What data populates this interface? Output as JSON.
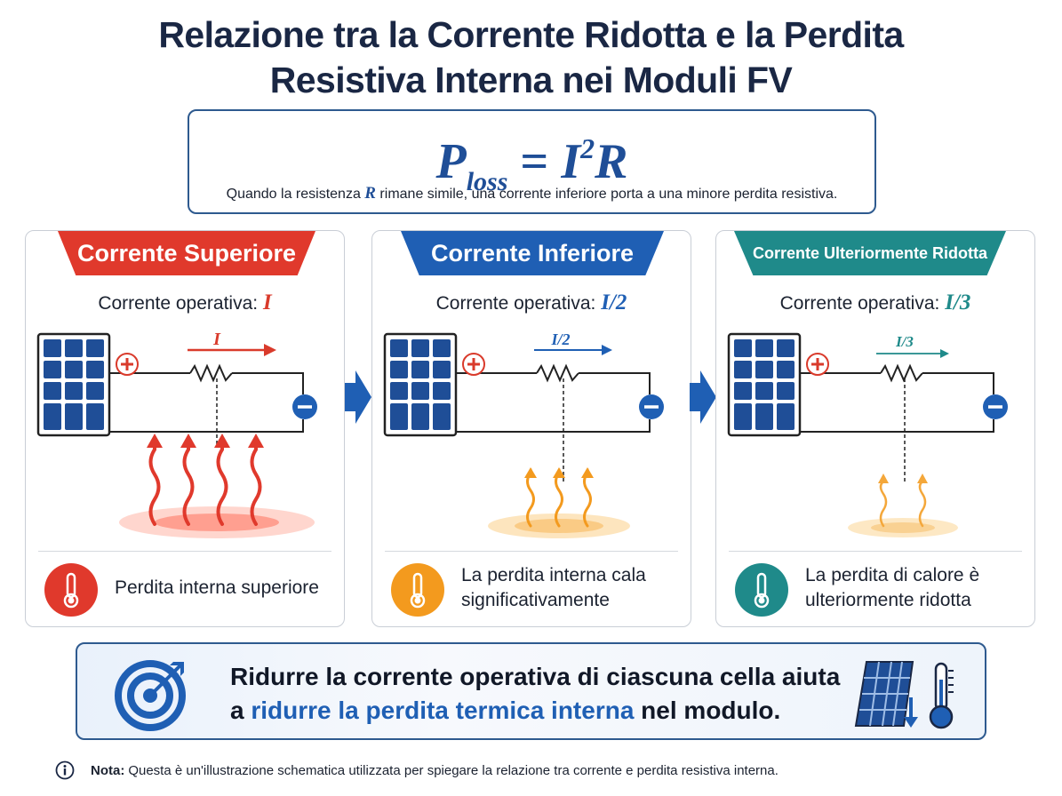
{
  "title_line1": "Relazione tra la Corrente Ridotta e la Perdita",
  "title_line2": "Resistiva Interna nei Moduli FV",
  "formula": {
    "p": "P",
    "sub": "loss",
    "eq": "=",
    "i": "I",
    "sup": "2",
    "r": "R",
    "desc_before": "Quando la resistenza ",
    "desc_symbol": "R",
    "desc_after": " rimane simile, una corrente inferiore porta a una minore perdita resistiva."
  },
  "panels": [
    {
      "tab": "Corrente Superiore",
      "current_label": "Corrente operativa: ",
      "current_value": "I",
      "arrow_label": "I",
      "footer": "Perdita interna superiore",
      "color": "#d93a2b"
    },
    {
      "tab": "Corrente Inferiore",
      "current_label": "Corrente operativa: ",
      "current_value": "I/2",
      "arrow_label": "I/2",
      "footer": "La perdita interna cala significativamente",
      "color": "#1f5fb4"
    },
    {
      "tab": "Corrente Ulteriormente Ridotta",
      "current_label": "Corrente operativa: ",
      "current_value": "I/3",
      "arrow_label": "I/3",
      "footer": "La perdita di calore è ulteriormente ridotta",
      "color": "#1f8a8a"
    }
  ],
  "bottom": {
    "line1": "Ridurre la corrente operativa di ciascuna cella aiuta",
    "line2_a": "a ",
    "line2_highlight": "ridurre la perdita termica interna",
    "line2_b": " nel modulo."
  },
  "note": {
    "label": "Nota:",
    "text": "Questa è un'illustrazione schematica utilizzata per spiegare la relazione tra corrente e perdita resistiva interna."
  },
  "colors": {
    "title": "#1a2744",
    "accent_blue": "#1f5fb4",
    "red": "#d93a2b",
    "orange": "#f39a1e",
    "teal": "#1f8a8a"
  }
}
